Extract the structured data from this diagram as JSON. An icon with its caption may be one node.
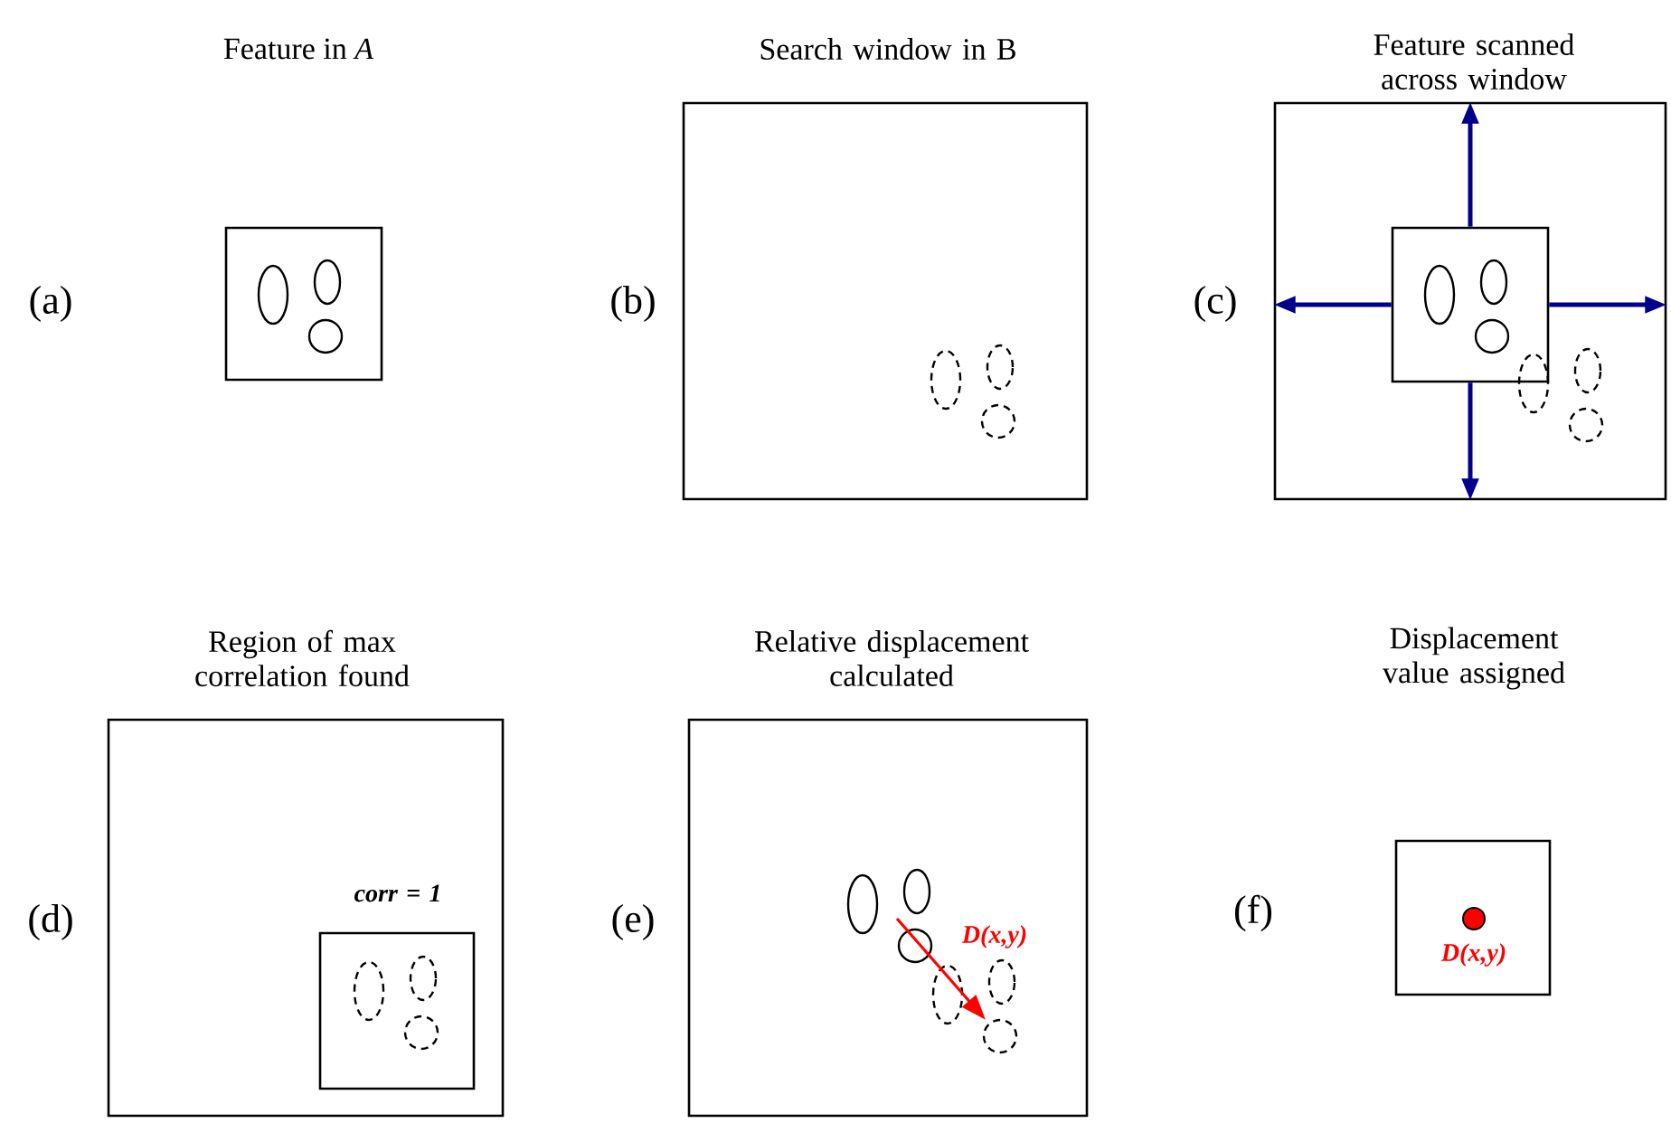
{
  "diagram": {
    "nodes": [
      {
        "text": [],
        "shape": "box",
        "beside": [
          "(a)"
        ]
      },
      {
        "text": [
          "Search window in B"
        ],
        "beside": [
          "(b)"
        ]
      },
      {
        "text": [
          "Feature scanned across window"
        ],
        "beside": [
          "(c)"
        ]
      },
      {
        "text": [],
        "shape": "box",
        "in": 2
      },
      {
        "text": [
          "Region of max correlation found"
        ],
        "beside": [
          "(d)"
        ]
      },
      {
        "text": [
          "corr = 1"
        ],
        "in": 4
      },
      {
        "text": [
          "Relative displacement calculated"
        ],
        "beside": [
          "(e)"
        ]
      },
      {
        "text": [
          "Displacement value assigned"
        ],
        "beside": [
          "(f)"
        ]
      }
    ],
    "edges": [
      {
        "from": 3,
        "to": 2,
        "arrow": "to"
      },
      {
        "from": 3,
        "to": 2,
        "arrow": "to"
      },
      {
        "from": 3,
        "to": 2,
        "arrow": "to"
      },
      {
        "from": 3,
        "to": 2,
        "arrow": "to"
      }
    ],
    "labels": [
      "Feature in *A*",
      "D(x,y)",
      "D(x,y)"
    ]
  }
}
